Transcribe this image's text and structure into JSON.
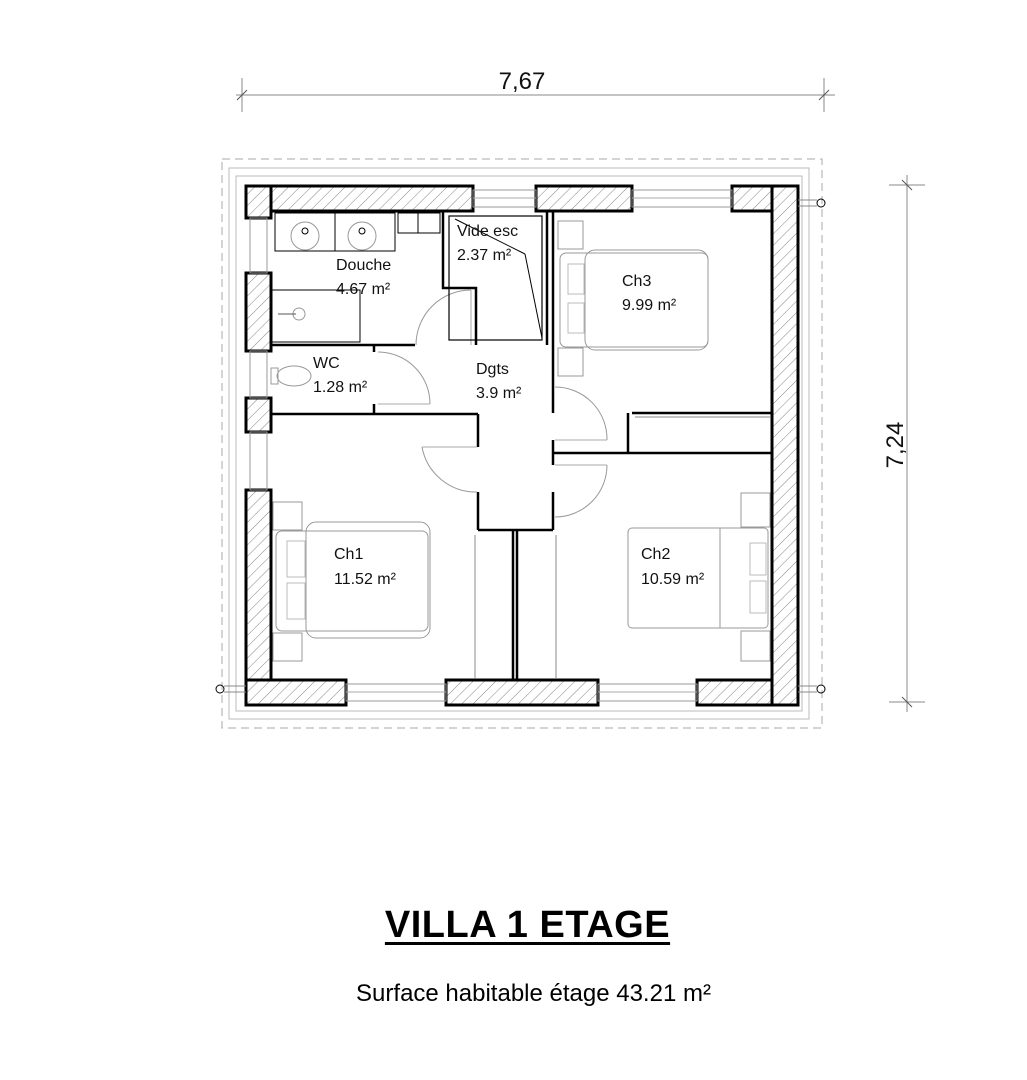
{
  "drawing": {
    "title": "VILLA 1 ETAGE",
    "subtitle": "Surface habitable étage 43.21 m²",
    "dimensions": {
      "width": "7,67",
      "height": "7,24"
    },
    "rooms": [
      {
        "name": "Douche",
        "area": "4.67 m²"
      },
      {
        "name": "Vide esc",
        "area": "2.37 m²"
      },
      {
        "name": "Ch3",
        "area": "9.99 m²"
      },
      {
        "name": "WC",
        "area": "1.28 m²"
      },
      {
        "name": "Dgts",
        "area": "3.9 m²"
      },
      {
        "name": "Ch1",
        "area": "11.52 m²"
      },
      {
        "name": "Ch2",
        "area": "10.59 m²"
      }
    ],
    "colors": {
      "line": "#000000",
      "hatch": "#555555",
      "furniture": "#999999",
      "background": "#ffffff"
    }
  }
}
